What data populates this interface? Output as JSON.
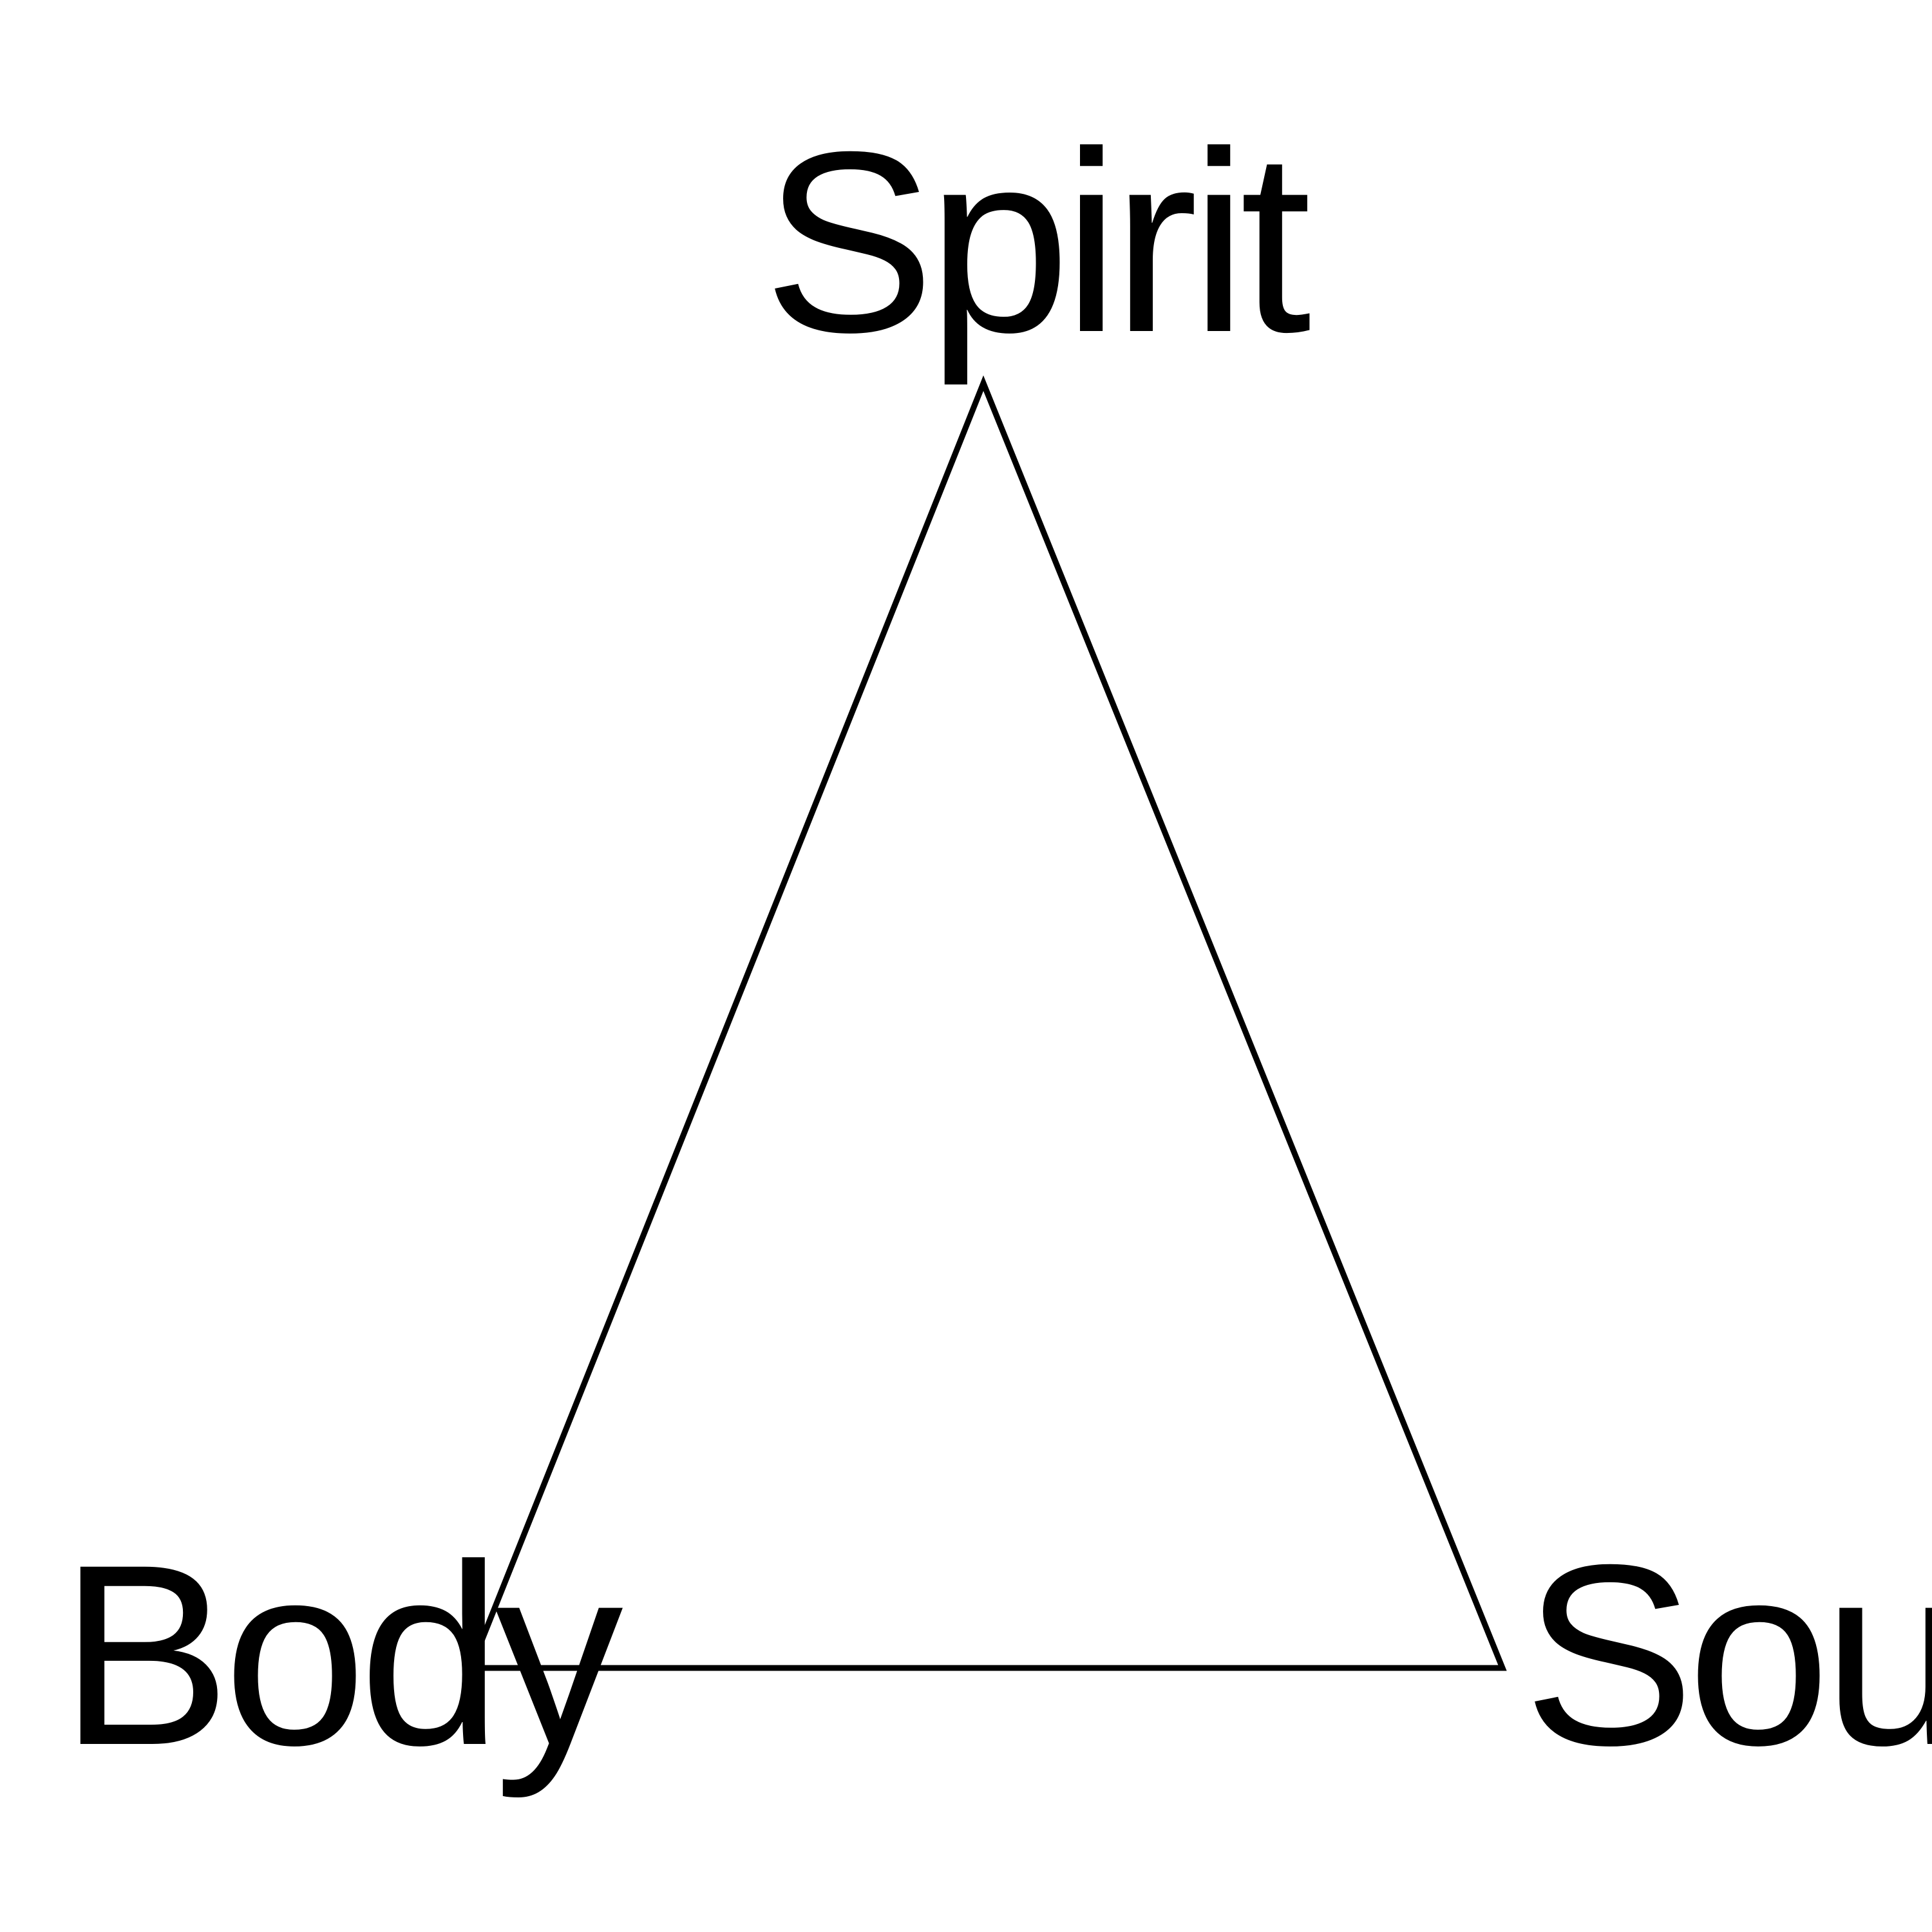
{
  "diagram": {
    "nodes": [
      {
        "id": "spirit",
        "label": "Spirit"
      },
      {
        "id": "body",
        "label": "Body"
      },
      {
        "id": "soul",
        "label": "Soul"
      }
    ],
    "edges": [
      {
        "from": "spirit",
        "to": "body"
      },
      {
        "from": "spirit",
        "to": "soul"
      },
      {
        "from": "body",
        "to": "soul"
      }
    ],
    "colors": {
      "stroke": "#000000",
      "text": "#000000",
      "background": "#ffffff"
    }
  }
}
